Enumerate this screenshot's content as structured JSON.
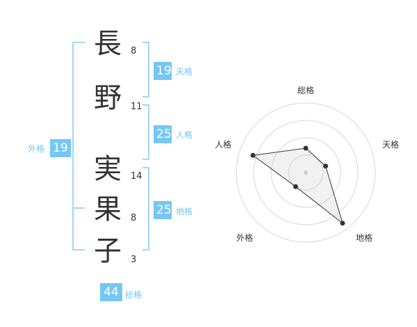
{
  "colors": {
    "accent": "#74c7f5",
    "bracket": "#9fd7f6",
    "text": "#333333"
  },
  "name_chars": [
    {
      "char": "長",
      "strokes": "8"
    },
    {
      "char": "野",
      "strokes": "11"
    },
    {
      "char": "実",
      "strokes": "14"
    },
    {
      "char": "果",
      "strokes": "8"
    },
    {
      "char": "子",
      "strokes": "3"
    }
  ],
  "scores": {
    "tenkaku": {
      "value": "19",
      "label": "天格"
    },
    "jinkaku": {
      "value": "25",
      "label": "人格"
    },
    "chikaku": {
      "value": "25",
      "label": "地格"
    },
    "gaikaku": {
      "value": "19",
      "label": "外格"
    },
    "soukaku": {
      "value": "44",
      "label": "総格"
    }
  },
  "chart_data": {
    "type": "radar",
    "axes": [
      "総格",
      "天格",
      "地格",
      "外格",
      "人格"
    ],
    "values": [
      0.35,
      0.3,
      0.9,
      0.25,
      0.8
    ],
    "range": [
      0,
      1
    ],
    "rings": 4
  }
}
